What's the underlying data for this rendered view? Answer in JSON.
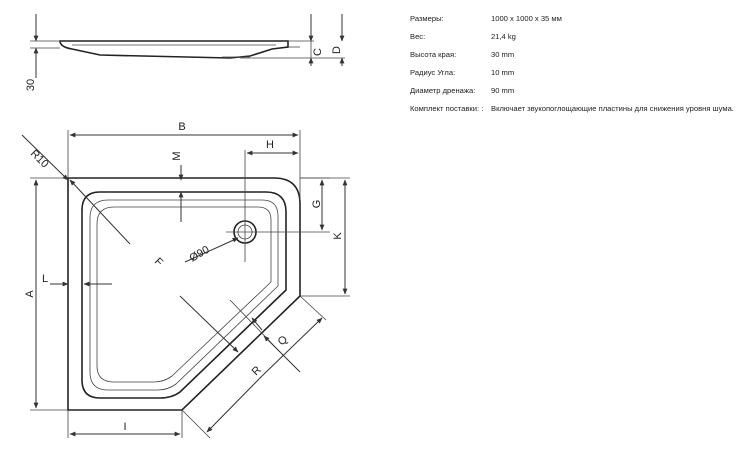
{
  "drawing": {
    "labels": {
      "c": "C",
      "d": "D",
      "height": "30",
      "r10": "R10",
      "b": "B",
      "m": "M",
      "h": "H",
      "g": "G",
      "k": "K",
      "diam": "Ø90",
      "f": "F",
      "a": "A",
      "l": "L",
      "q": "Q",
      "r": "R",
      "i": "I"
    }
  },
  "specs": [
    {
      "label": "Размеры:",
      "value": "1000 x 1000 x 35 мм"
    },
    {
      "label": "Вес:",
      "value": "21,4 kg"
    },
    {
      "label": "Высота края:",
      "value": "30 mm"
    },
    {
      "label": "Радиус Угла:",
      "value": "10 mm"
    },
    {
      "label": "Диаметр дренажа:",
      "value": "90 mm"
    },
    {
      "label": "Комплект поставки: :",
      "value": "Включает звукопоглощающие пластины для снижения уровня шума."
    }
  ]
}
